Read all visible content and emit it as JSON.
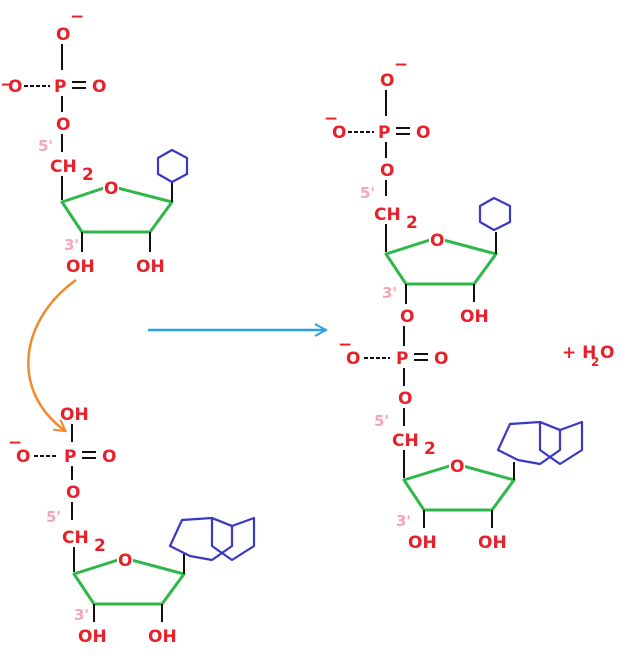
{
  "colors": {
    "atom": "#e8202a",
    "prime_label": "#f4a6b4",
    "sugar_ring": "#2eb84a",
    "base": "#3a39c4",
    "bond": "#111111",
    "reaction_arrow": "#29a3df",
    "attack_arrow": "#f08a2a"
  },
  "labels": {
    "neg": "−",
    "O": "O",
    "P": "P",
    "OH": "OH",
    "CH": "CH",
    "two": "2",
    "five_prime": "5'",
    "three_prime": "3'",
    "plus": "+ H",
    "water_sub": "2",
    "water_O": "O"
  }
}
